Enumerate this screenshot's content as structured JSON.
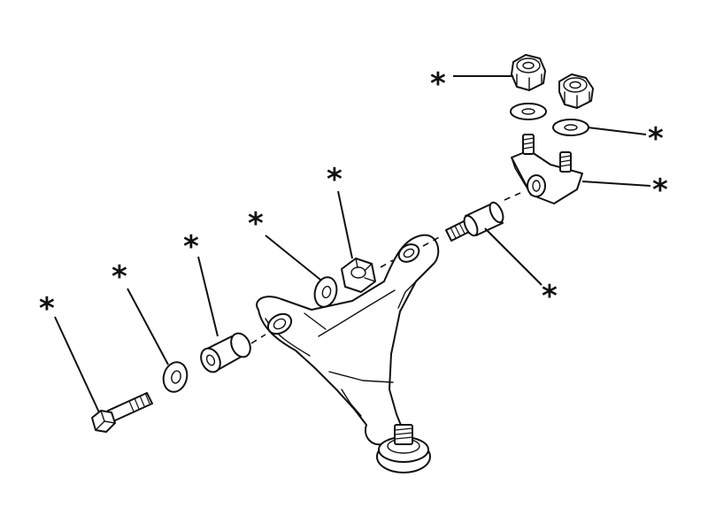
{
  "callout_symbol": "*",
  "callouts": [
    {
      "id": "callout-nut-top"
    },
    {
      "id": "callout-washer-right"
    },
    {
      "id": "callout-ball-joint-bracket"
    },
    {
      "id": "callout-rear-bush-pin"
    },
    {
      "id": "callout-nut-middle"
    },
    {
      "id": "callout-washer-middle"
    },
    {
      "id": "callout-front-bush"
    },
    {
      "id": "callout-washer-left"
    },
    {
      "id": "callout-bolt"
    }
  ]
}
